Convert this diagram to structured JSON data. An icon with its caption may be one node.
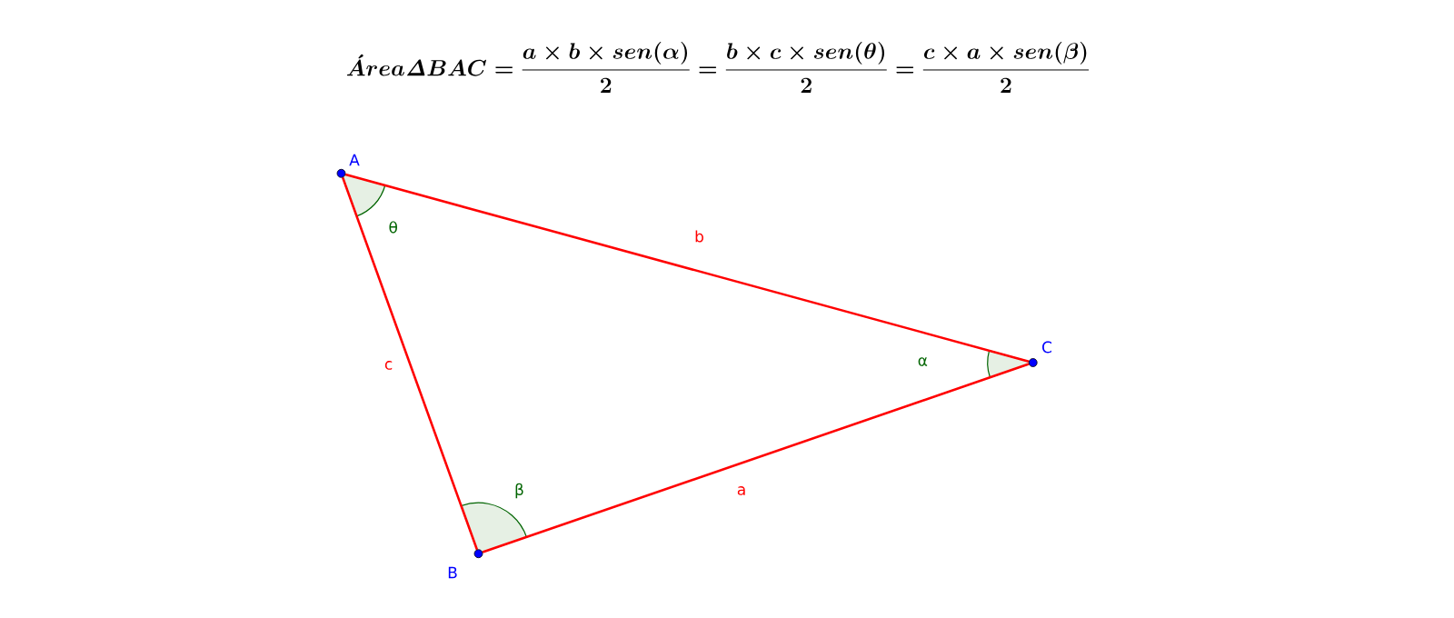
{
  "diagram": {
    "title": "\\acute{A}rea\\mathit{\\Delta} BAC=\\dfrac{a\\times b\\times sen(\\alpha)}{2}=\\dfrac{b\\times c\\times sen(\\theta)}{2}=\\dfrac{c\\times a\\times sen(\\beta)}{2}",
    "nodes": [
      {
        "text": [
          "A"
        ]
      },
      {
        "text": [
          "B"
        ]
      },
      {
        "text": [
          "C"
        ]
      }
    ],
    "edges": [
      {
        "from": 0,
        "to": 2,
        "arrow": "none",
        "label": "b"
      },
      {
        "from": 0,
        "to": 1,
        "arrow": "none",
        "label": "c"
      },
      {
        "from": 1,
        "to": 2,
        "arrow": "none",
        "label": "a"
      }
    ],
    "labels": [
      "θ",
      "α",
      "β"
    ]
  }
}
